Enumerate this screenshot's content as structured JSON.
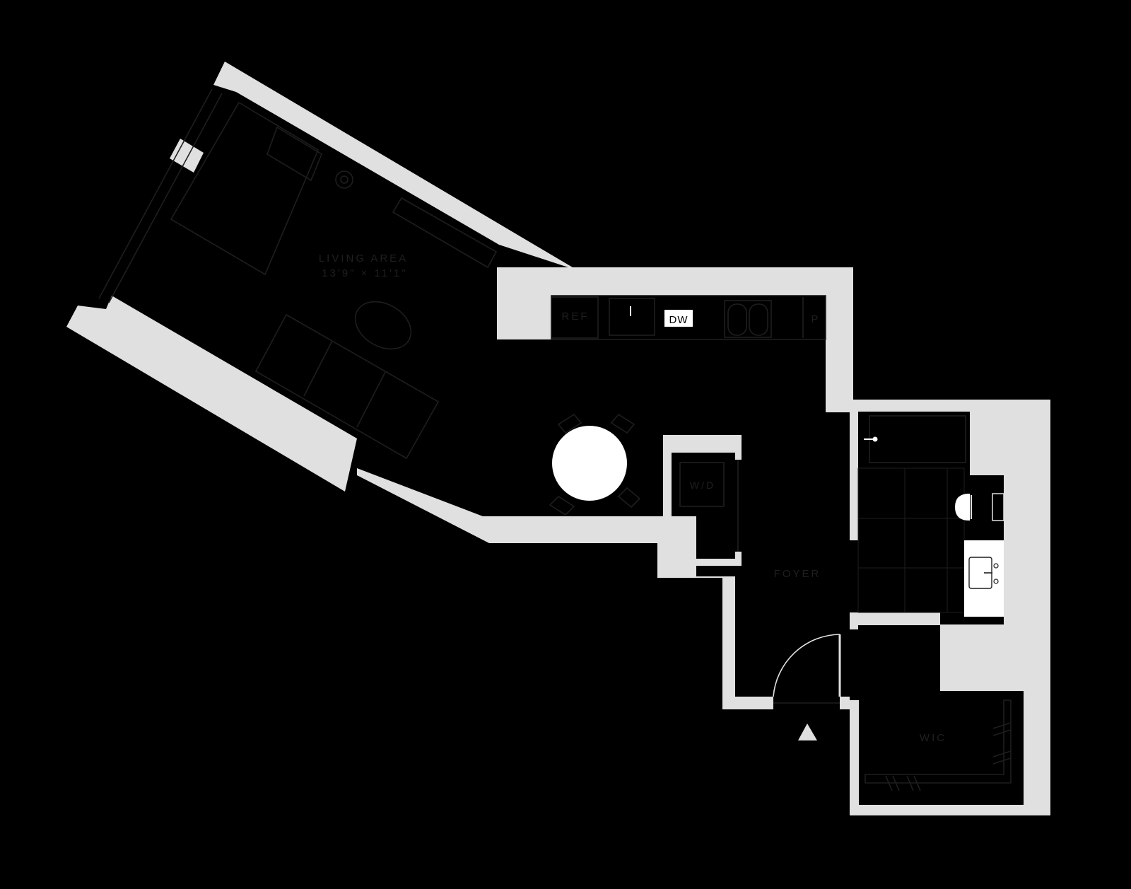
{
  "colors": {
    "background": "#000000",
    "wall": "#e0e0e0",
    "fixture": "#ffffff",
    "line": "#1e1e1e",
    "label": "#1f1f1f"
  },
  "rooms": {
    "living_area_name": "LIVING AREA",
    "living_area_dims": "13'9\" × 11'1\"",
    "foyer": "FOYER",
    "wic": "WIC",
    "washer_dryer": "W/D"
  },
  "kitchen": {
    "refrigerator": "REF",
    "dishwasher": "DW",
    "pantry": "P"
  },
  "icons": {
    "entry": "entry-arrow-icon"
  }
}
